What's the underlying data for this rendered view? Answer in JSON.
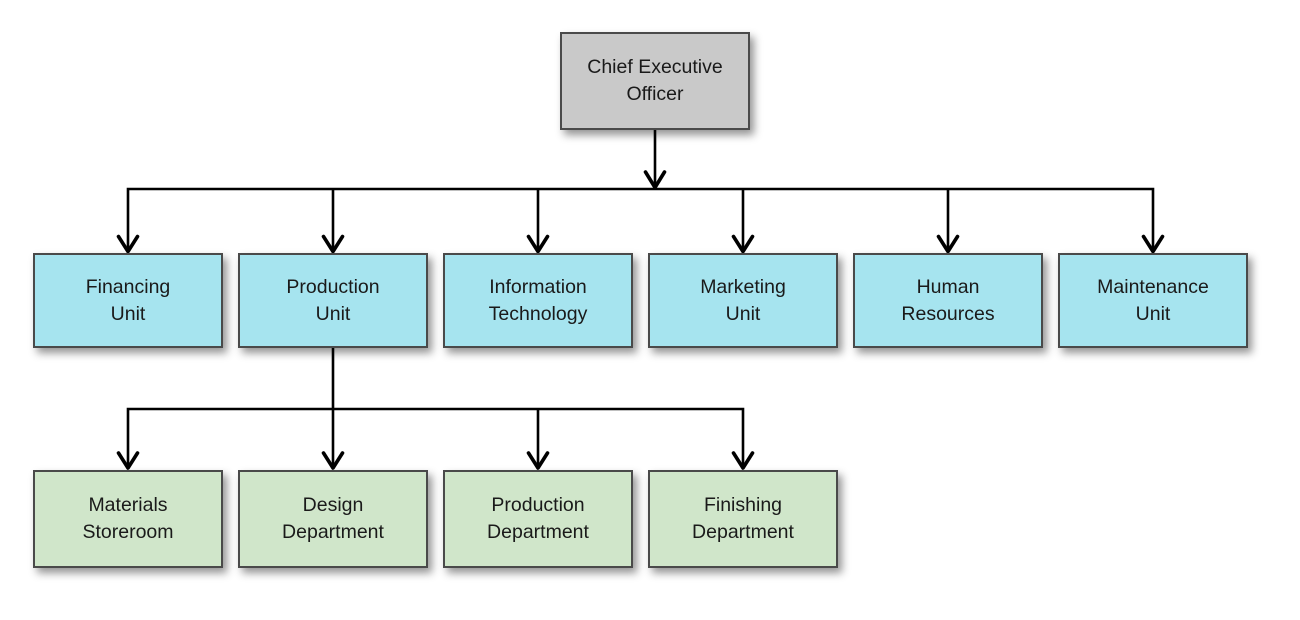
{
  "diagram": {
    "type": "org-chart",
    "root": {
      "label": "Chief Executive\nOfficer"
    },
    "level2": [
      {
        "label": "Financing\nUnit"
      },
      {
        "label": "Production\nUnit"
      },
      {
        "label": "Information\nTechnology"
      },
      {
        "label": "Marketing\nUnit"
      },
      {
        "label": "Human\nResources"
      },
      {
        "label": "Maintenance\nUnit"
      }
    ],
    "level3": [
      {
        "label": "Materials\nStoreroom"
      },
      {
        "label": "Design\nDepartment"
      },
      {
        "label": "Production\nDepartment"
      },
      {
        "label": "Finishing\nDepartment"
      }
    ],
    "edges": {
      "root_to": [
        "Financing Unit",
        "Production Unit",
        "Information Technology",
        "Marketing Unit",
        "Human Resources",
        "Maintenance Unit"
      ],
      "production_unit_to": [
        "Materials Storeroom",
        "Design Department",
        "Production Department",
        "Finishing Department"
      ]
    }
  },
  "colors": {
    "background": "#ffffff",
    "root_fill": "#c9c9c9",
    "level2_fill": "#a6e4ef",
    "level3_fill": "#d0e6ca",
    "node_border": "#4a4a4a",
    "connector": "#000000",
    "text": "#1a1a1a"
  }
}
